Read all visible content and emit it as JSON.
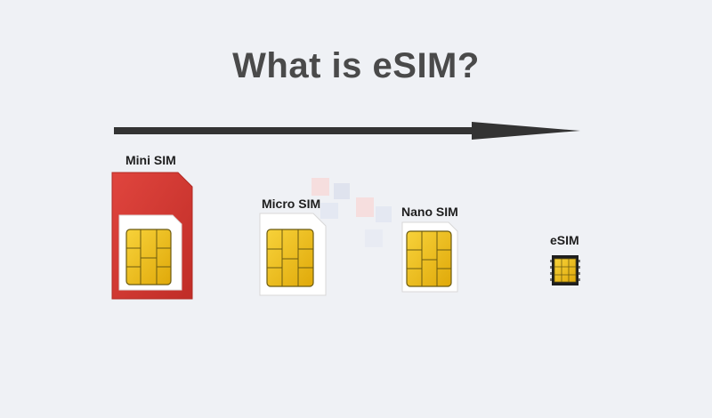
{
  "title": "What is eSIM?",
  "cards": [
    {
      "label": "Mini SIM",
      "body_color": "#d63a33"
    },
    {
      "label": "Micro SIM",
      "body_color": "#ffffff"
    },
    {
      "label": "Nano SIM",
      "body_color": "#ffffff"
    },
    {
      "label": "eSIM",
      "body_color": "#f2c10f"
    }
  ],
  "colors": {
    "chip_gold": "#f2c10f",
    "chip_lines": "#6b5a10",
    "arrow": "#333333",
    "title": "#4a4a4a"
  }
}
